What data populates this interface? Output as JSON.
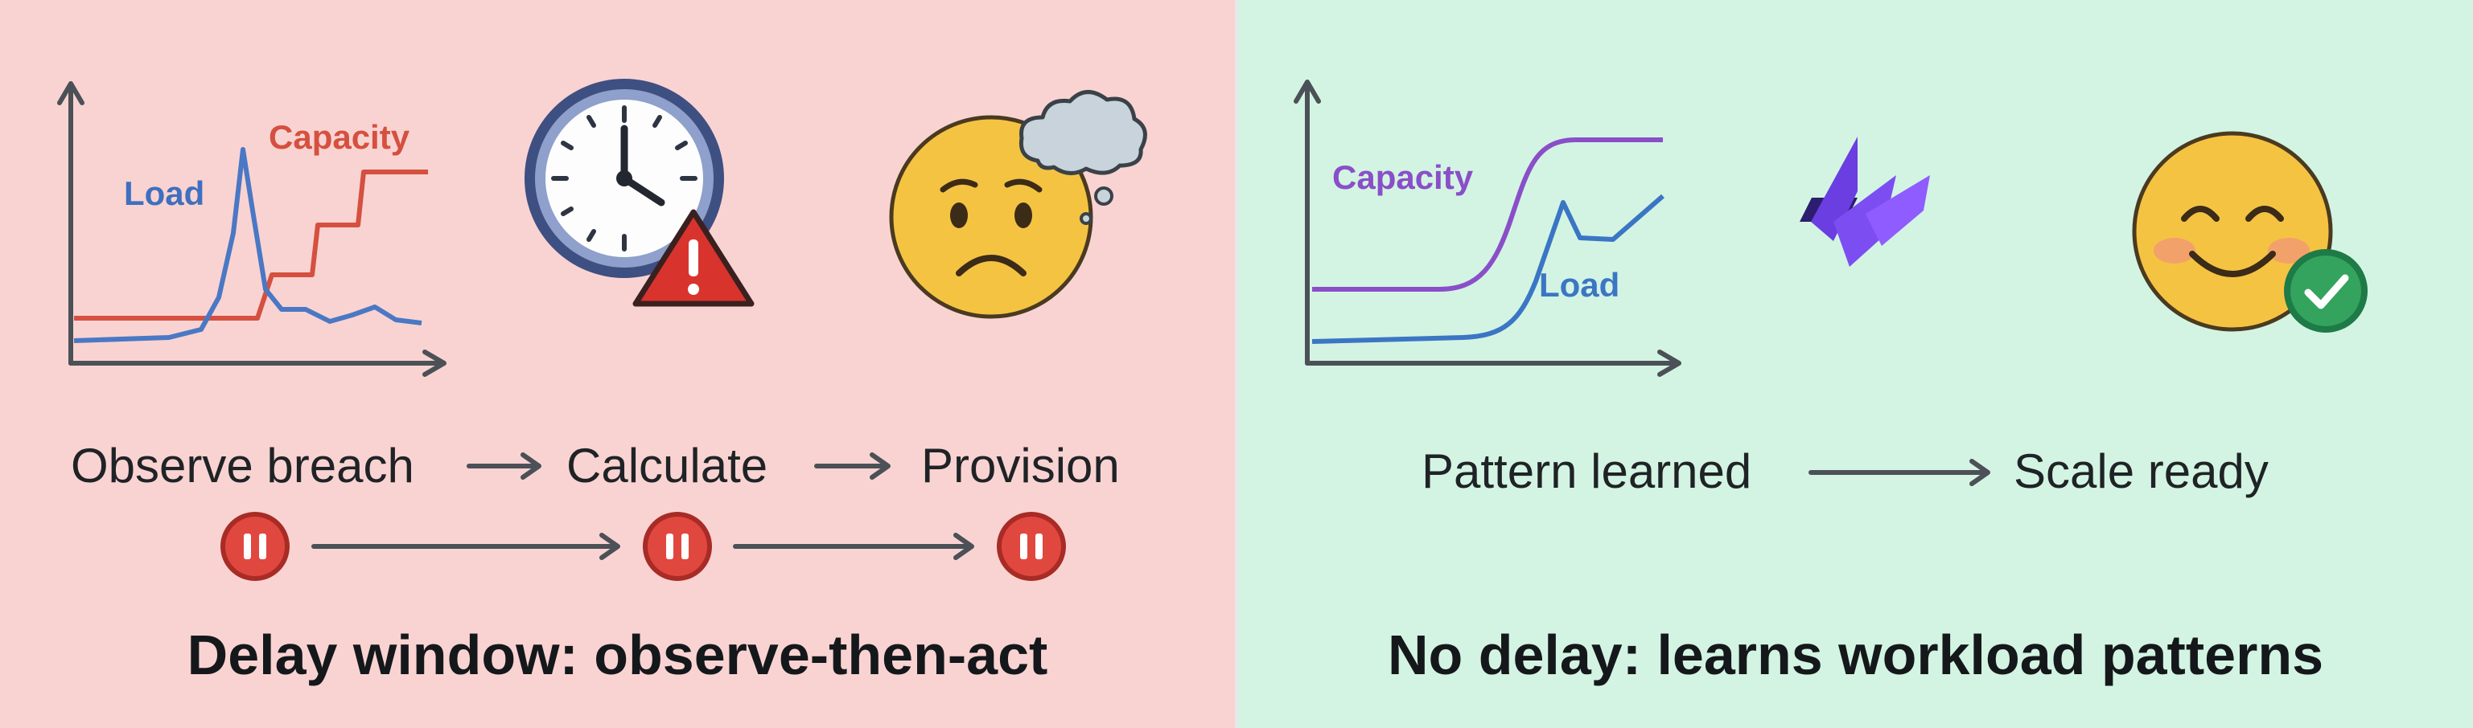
{
  "left": {
    "chart": {
      "load_label": "Load",
      "capacity_label": "Capacity",
      "load_color": "#4a78c4",
      "capacity_color": "#d5503f"
    },
    "flow": [
      "Observe breach",
      "Calculate",
      "Provision"
    ],
    "icons": [
      "clock-icon",
      "warning-icon",
      "worried-face-icon",
      "thought-bubble-icon",
      "pause-icon"
    ],
    "caption": "Delay window: observe-then-act",
    "background": "#f9d3d2"
  },
  "right": {
    "chart": {
      "capacity_label": "Capacity",
      "load_label": "Load",
      "capacity_color": "#8a4fc8",
      "load_color": "#3b76c4"
    },
    "flow": [
      "Pattern learned",
      "Scale ready"
    ],
    "icons": [
      "brand-logo-icon",
      "smiling-face-icon",
      "checkmark-badge-icon"
    ],
    "caption": "No delay: learns workload patterns",
    "background": "#d3f4e3"
  }
}
